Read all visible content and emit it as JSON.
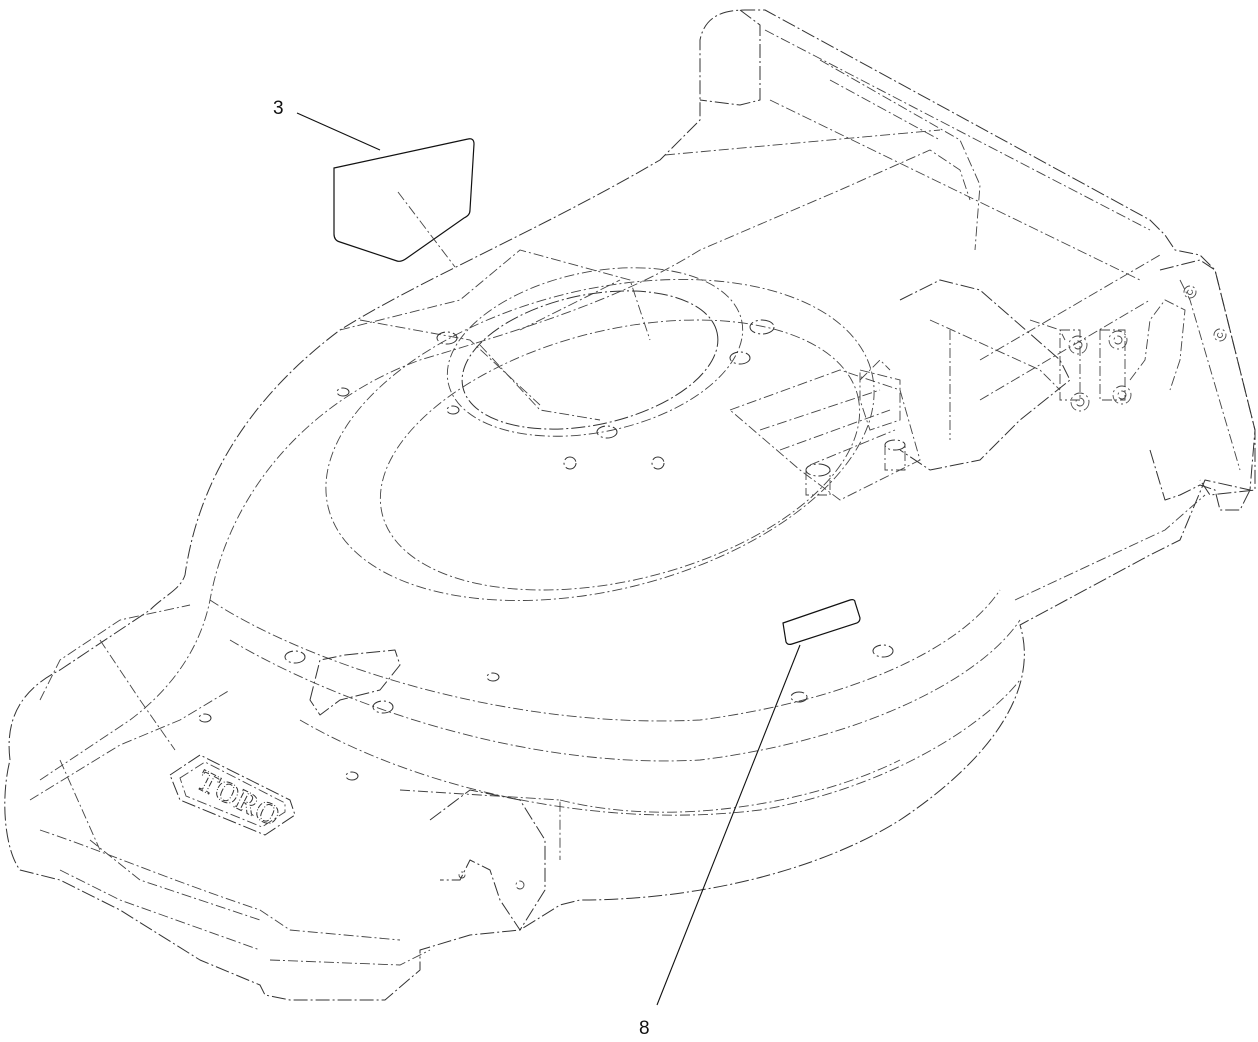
{
  "callouts": [
    {
      "id": "3",
      "label": "3"
    },
    {
      "id": "8",
      "label": "8"
    }
  ],
  "logo": {
    "text": "TORO"
  }
}
